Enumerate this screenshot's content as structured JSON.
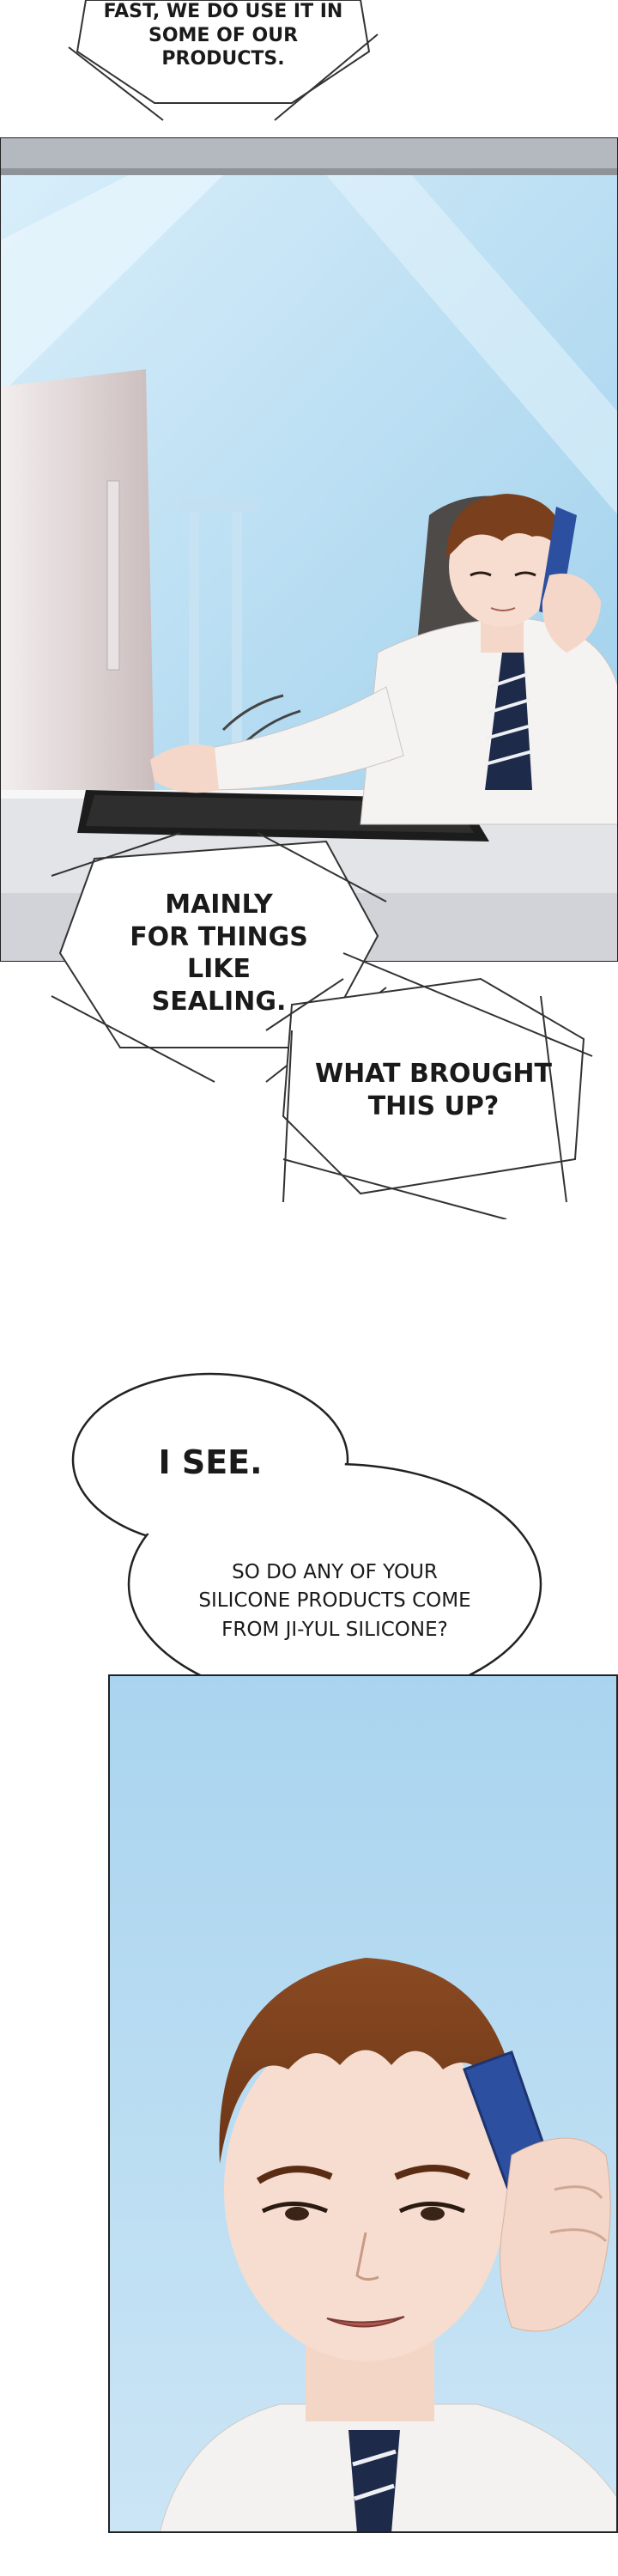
{
  "captions": {
    "top": {
      "line1": "FAST, WE DO USE IT IN",
      "line2": "SOME OF OUR PRODUCTS."
    },
    "sealing": {
      "line1": "MAINLY",
      "line2": "FOR THINGS LIKE",
      "line3": "SEALING."
    },
    "brought": {
      "line1": "WHAT BROUGHT",
      "line2": "THIS UP?"
    }
  },
  "bubble": {
    "line1": "I SEE.",
    "line2": "SO DO ANY OF YOUR",
    "line3": "SILICONE PRODUCTS COME",
    "line4": "FROM JI-YUL SILICONE?"
  },
  "colors": {
    "sky": "#bfe1f4",
    "window_frame": "#9aa0a8",
    "shirt": "#f4f2f0",
    "hair": "#7a3f1c",
    "tie": "#1d2a4a",
    "phone": "#2d4fa0",
    "desk": "#dcdde2",
    "keyboard": "#1a1a1a"
  }
}
